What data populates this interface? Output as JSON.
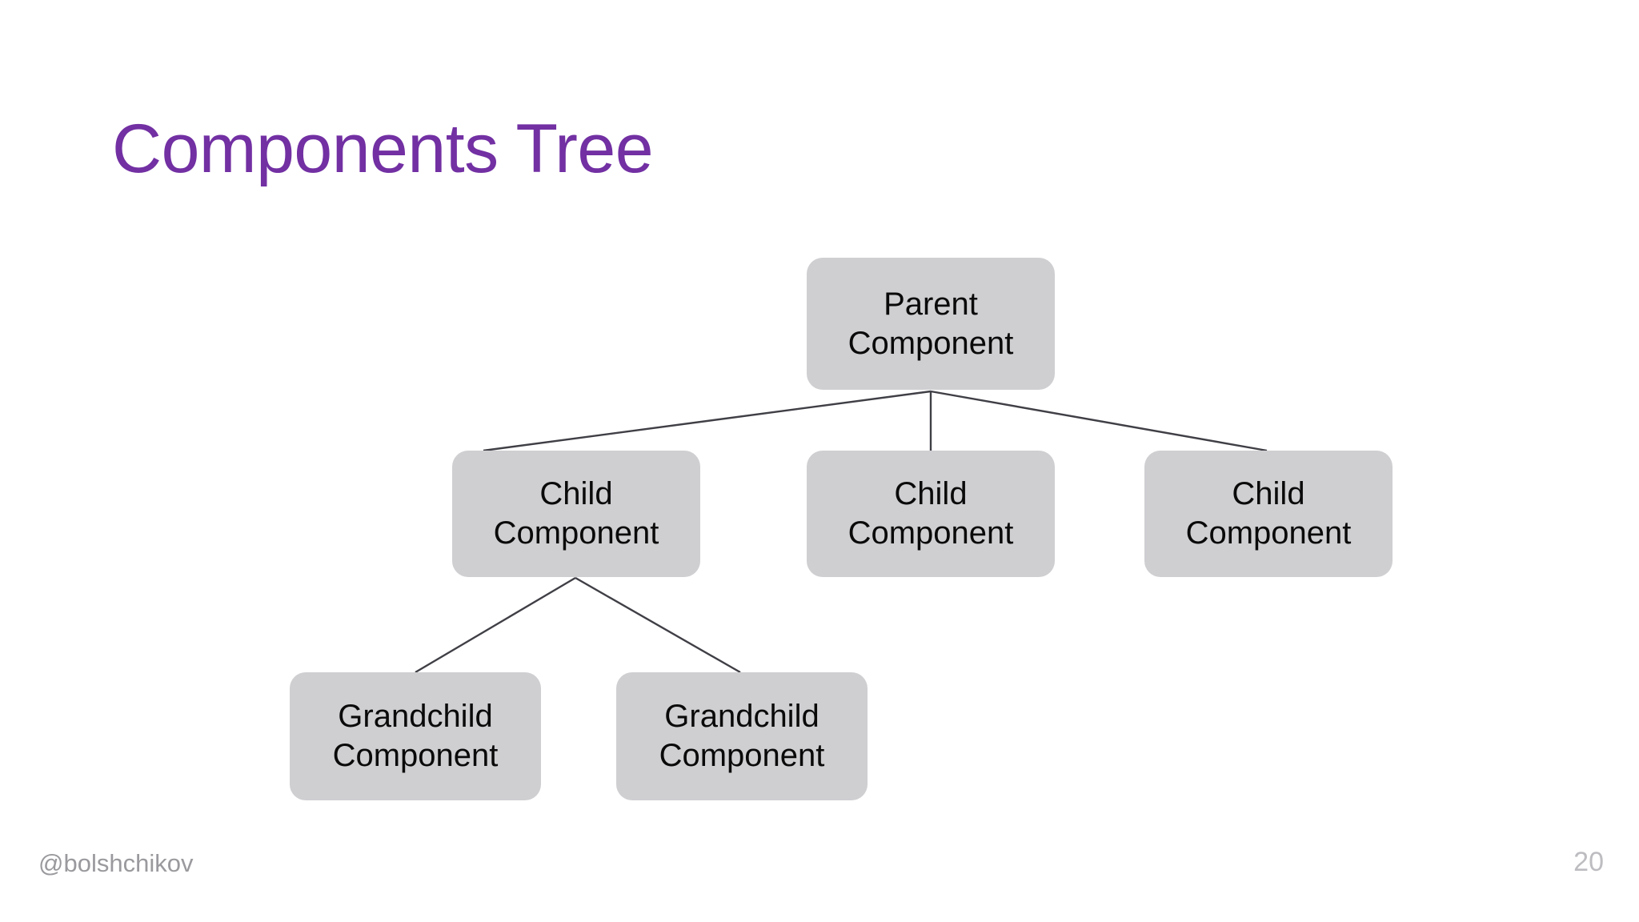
{
  "slide": {
    "title": "Components Tree",
    "title_color": "#7230A3",
    "background_color": "#FFFFFF"
  },
  "diagram": {
    "node_fill_color": "#CFCFD2",
    "node_text_color": "#0A0A0A",
    "connector_color": "#3F3F46",
    "nodes": [
      {
        "id": "parent",
        "label": "Parent\nComponent",
        "level": 0
      },
      {
        "id": "child-1",
        "label": "Child\nComponent",
        "level": 1
      },
      {
        "id": "child-2",
        "label": "Child\nComponent",
        "level": 1
      },
      {
        "id": "child-3",
        "label": "Child\nComponent",
        "level": 1
      },
      {
        "id": "grandchild-1",
        "label": "Grandchild\nComponent",
        "level": 2
      },
      {
        "id": "grandchild-2",
        "label": "Grandchild\nComponent",
        "level": 2
      }
    ],
    "edges": [
      {
        "from": "parent",
        "to": "child-1"
      },
      {
        "from": "parent",
        "to": "child-2"
      },
      {
        "from": "parent",
        "to": "child-3"
      },
      {
        "from": "child-1",
        "to": "grandchild-1"
      },
      {
        "from": "child-1",
        "to": "grandchild-2"
      }
    ]
  },
  "footer": {
    "handle": "@bolshchikov",
    "page_number": "20"
  }
}
